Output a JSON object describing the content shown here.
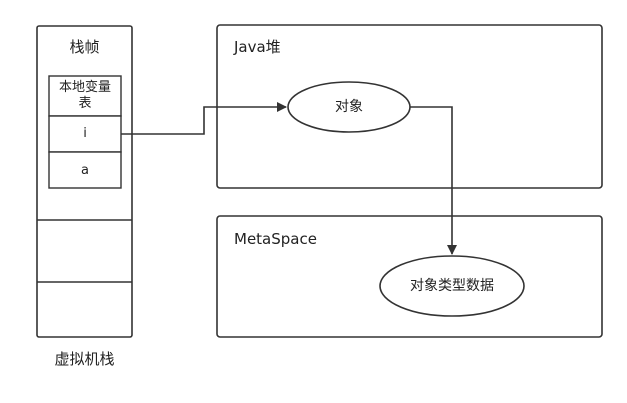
{
  "stack": {
    "frame_title": "栈帧",
    "local_var_table": "本地变量表",
    "var_i": "i",
    "var_a": "a",
    "caption": "虚拟机栈"
  },
  "heap": {
    "title": "Java堆",
    "object_label": "对象"
  },
  "metaspace": {
    "title": "MetaSpace",
    "type_data_label": "对象类型数据"
  },
  "colors": {
    "stroke": "#333333",
    "text": "#222222",
    "background": "#ffffff"
  }
}
